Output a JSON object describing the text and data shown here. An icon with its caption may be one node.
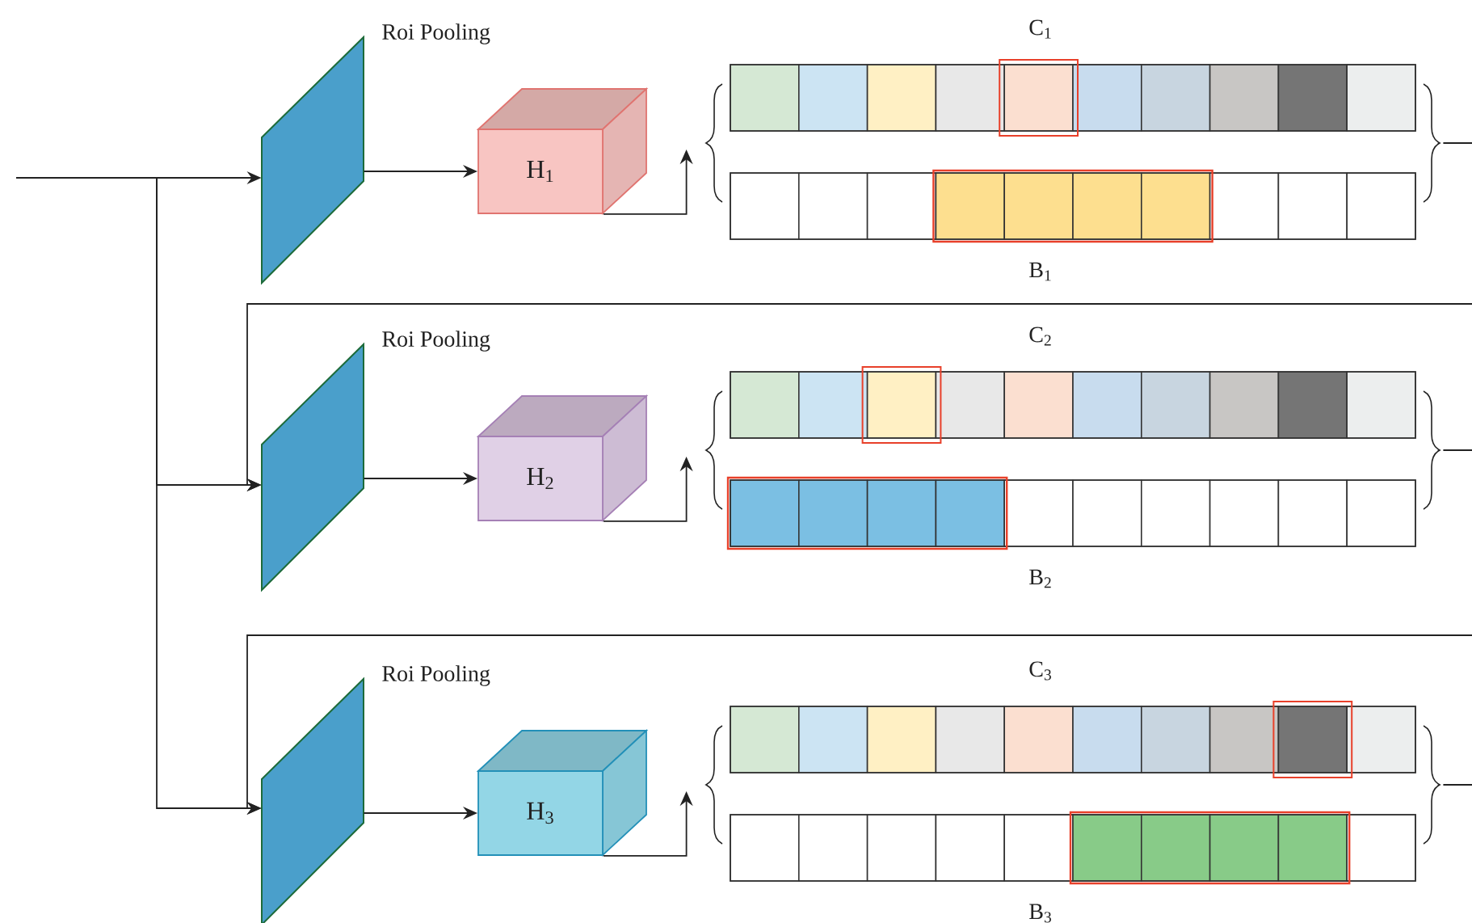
{
  "diagram": {
    "nodes": [
      {
        "text": [],
        "shape": "parallelogram",
        "beside": [
          "Roi Pooling"
        ]
      },
      {
        "text": [
          "H$_{1}$"
        ]
      },
      {
        "text": [],
        "shape": "brace"
      },
      {
        "text": [],
        "shape": "bar",
        "beside": [
          "C$_{1}$"
        ]
      },
      {
        "text": [],
        "shape": "bar",
        "beside": [
          "B$_{1}$"
        ]
      },
      {
        "text": [],
        "shape": "brace"
      },
      {
        "text": [],
        "shape": "parallelogram",
        "beside": [
          "Roi Pooling"
        ]
      },
      {
        "text": [
          "H$_{2}$"
        ]
      },
      {
        "text": [],
        "shape": "brace"
      },
      {
        "text": [],
        "shape": "bar",
        "beside": [
          "C$_{2}$"
        ]
      },
      {
        "text": [],
        "shape": "bar",
        "beside": [
          "B$_{2}$"
        ]
      },
      {
        "text": [],
        "shape": "brace"
      },
      {
        "text": [],
        "shape": "parallelogram",
        "beside": [
          "Roi Pooling"
        ]
      },
      {
        "text": [
          "H$_{3}$"
        ]
      },
      {
        "text": [],
        "shape": "brace"
      },
      {
        "text": [],
        "shape": "bar",
        "beside": [
          "C$_{3}$"
        ]
      },
      {
        "text": [],
        "shape": "bar",
        "beside": [
          "B$_{3}$"
        ]
      },
      {
        "text": [],
        "shape": "brace"
      }
    ],
    "edges": [
      {
        "from": null,
        "to": 0,
        "arrow": "to"
      },
      {
        "from": null,
        "to": 6,
        "arrow": "to"
      },
      {
        "from": null,
        "to": 12,
        "arrow": "to"
      },
      {
        "from": null,
        "to": 6,
        "arrow": "to"
      },
      {
        "from": null,
        "to": 12,
        "arrow": "to"
      },
      {
        "from": 0,
        "to": 1,
        "arrow": "to"
      },
      {
        "from": 6,
        "to": 7,
        "arrow": "to"
      },
      {
        "from": 12,
        "to": 13,
        "arrow": "to"
      },
      {
        "from": 1,
        "to": 2,
        "arrow": "to"
      },
      {
        "from": 7,
        "to": 8,
        "arrow": "to"
      },
      {
        "from": 13,
        "to": 14,
        "arrow": "to"
      },
      {
        "from": 5,
        "to": null,
        "arrow": "none"
      },
      {
        "from": 11,
        "to": null,
        "arrow": "none"
      },
      {
        "from": 17,
        "to": null,
        "arrow": "none"
      }
    ]
  }
}
